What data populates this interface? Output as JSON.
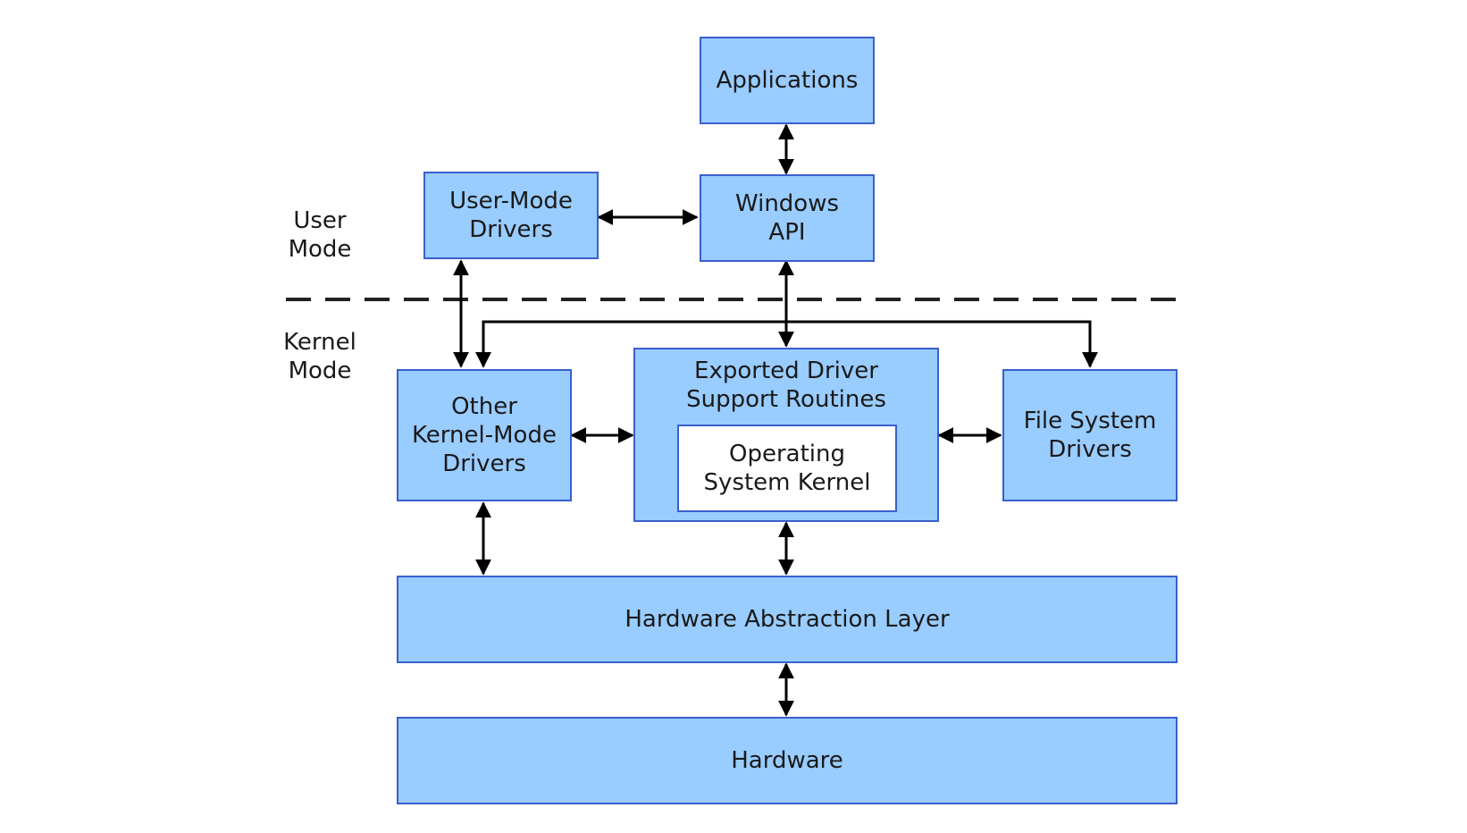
{
  "zones": {
    "user_mode": [
      "User",
      "Mode"
    ],
    "kernel_mode": [
      "Kernel",
      "Mode"
    ]
  },
  "boxes": {
    "applications": [
      "Applications"
    ],
    "windows_api": [
      "Windows",
      "API"
    ],
    "user_mode_drivers": [
      "User-Mode",
      "Drivers"
    ],
    "other_kernel_mode_drivers": [
      "Other",
      "Kernel-Mode",
      "Drivers"
    ],
    "exported_driver_support_routines": [
      "Exported Driver",
      "Support Routines"
    ],
    "operating_system_kernel": [
      "Operating",
      "System Kernel"
    ],
    "file_system_drivers": [
      "File System",
      "Drivers"
    ],
    "hardware_abstraction_layer": [
      "Hardware Abstraction Layer"
    ],
    "hardware": [
      "Hardware"
    ]
  },
  "colors": {
    "box_fill": "#99ccff",
    "box_border": "#3a5fcd",
    "inner_fill": "#ffffff",
    "connector": "#000000",
    "divider": "#222222"
  }
}
